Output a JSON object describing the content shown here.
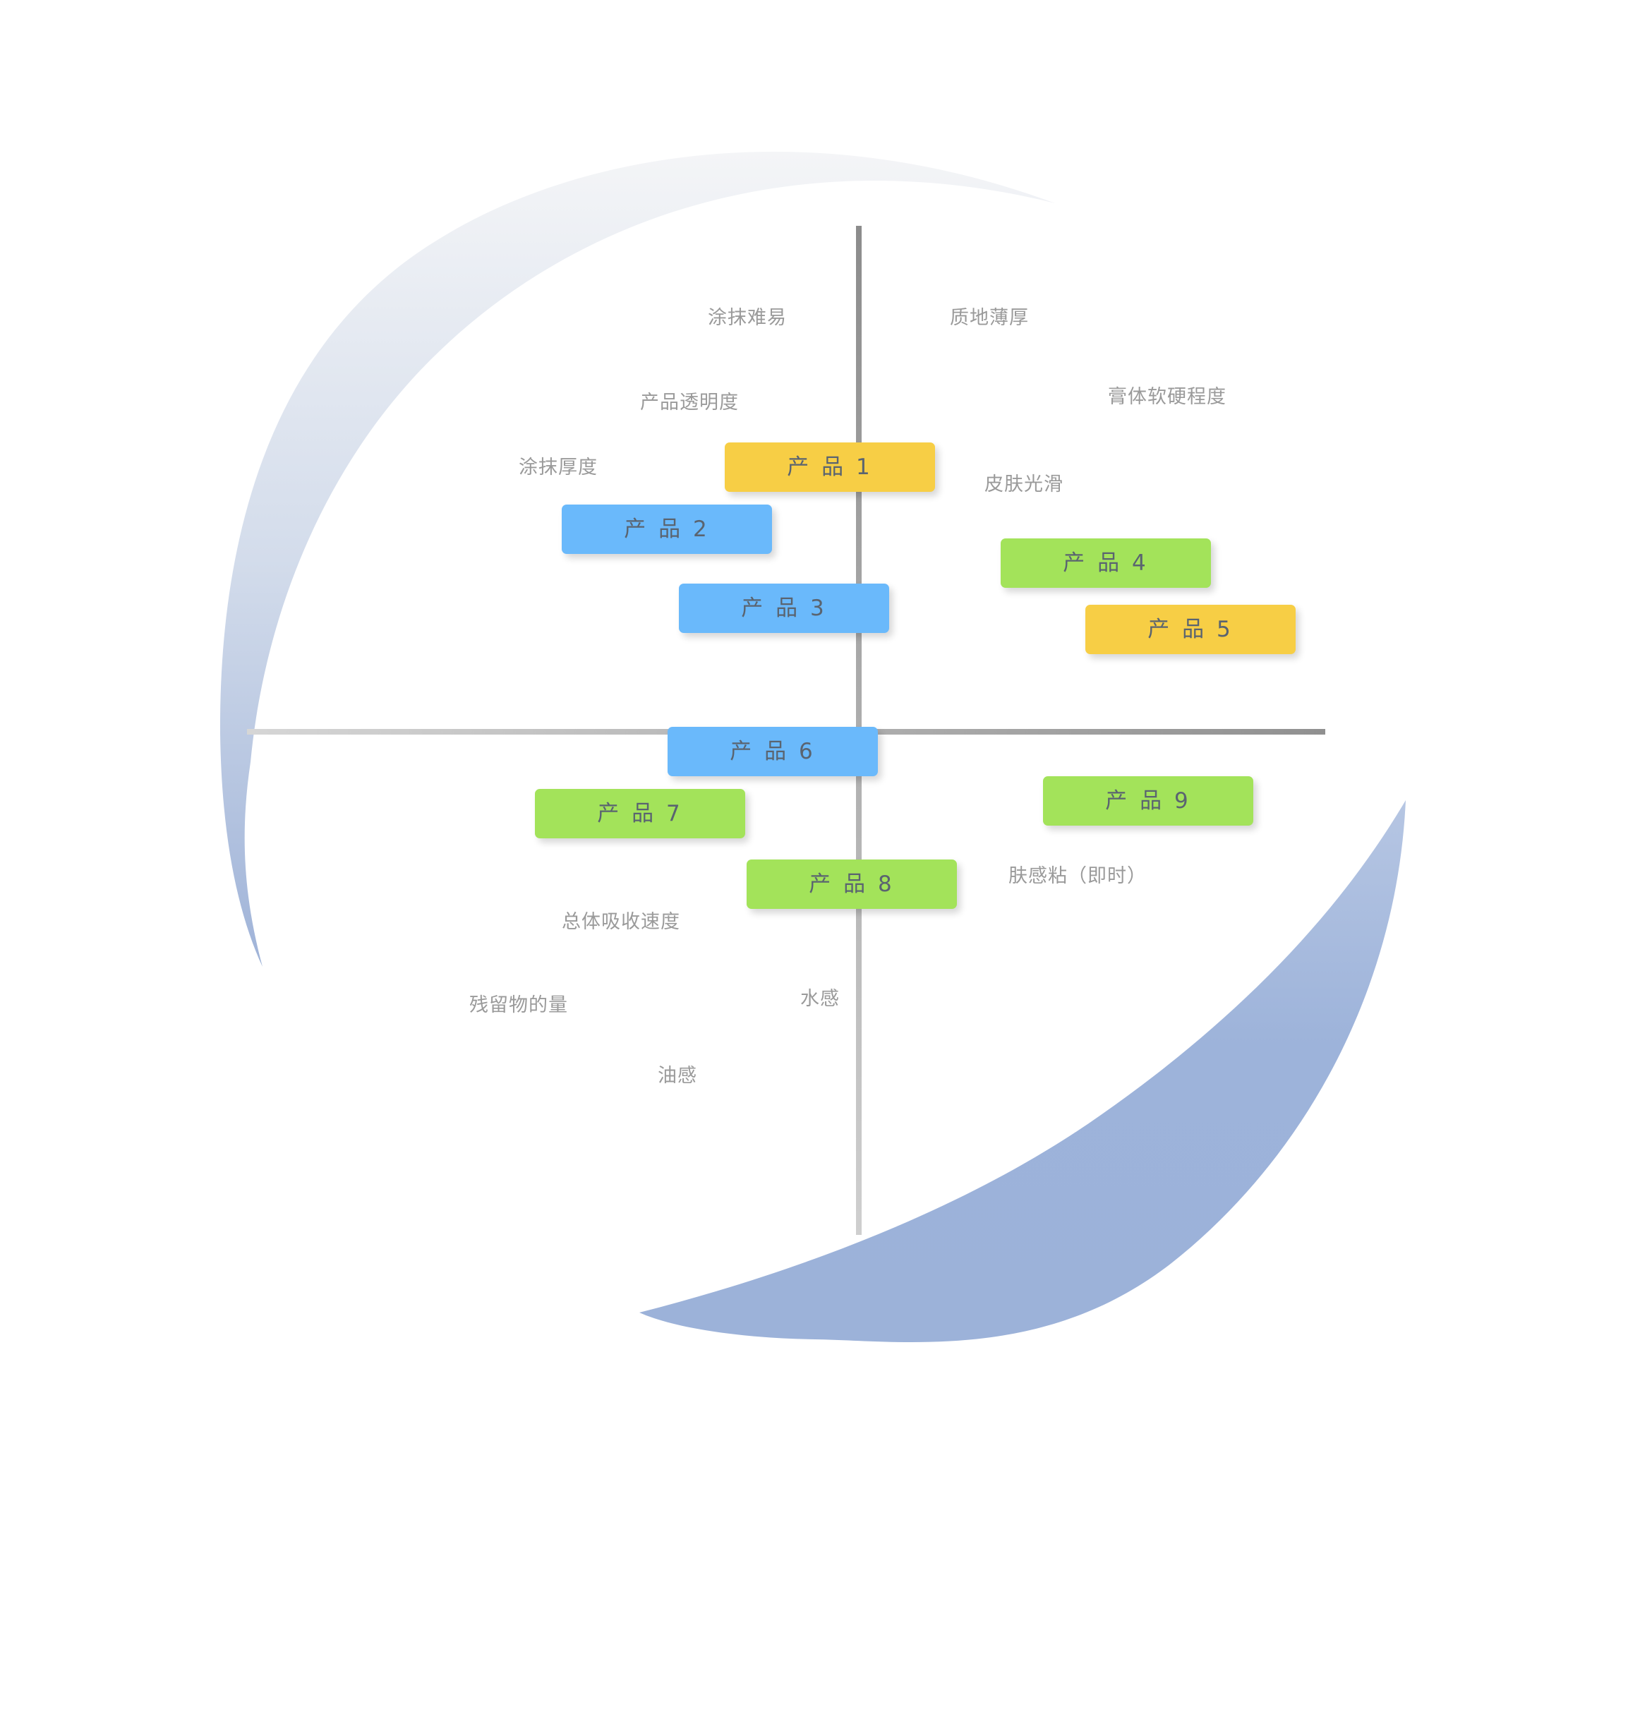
{
  "colors": {
    "yellow": "#f7ce45",
    "blue": "#6ab9fb",
    "green": "#a3e35a",
    "label": "#9a9a9a",
    "axis_dark": "#8a8a8a",
    "axis_light": "#c9c9c9",
    "arc_light": "#eef1f5",
    "arc_dark": "#9db3da"
  },
  "attributes": [
    {
      "id": "tuomo-nanyi",
      "text": "涂抹难易"
    },
    {
      "id": "zhidi-baohou",
      "text": "质地薄厚"
    },
    {
      "id": "chanpin-toumingdu",
      "text": "产品透明度"
    },
    {
      "id": "gaoti-ruanying",
      "text": "膏体软硬程度"
    },
    {
      "id": "tuomo-houdu",
      "text": "涂抹厚度"
    },
    {
      "id": "pifu-guanghua",
      "text": "皮肤光滑"
    },
    {
      "id": "fugan-nian",
      "text": "肤感粘（即时）"
    },
    {
      "id": "zongti-xishou",
      "text": "总体吸收速度"
    },
    {
      "id": "canliu-liang",
      "text": "残留物的量"
    },
    {
      "id": "shuigan",
      "text": "水感"
    },
    {
      "id": "yougan",
      "text": "油感"
    }
  ],
  "products": [
    {
      "id": "1",
      "text": "产 品 1",
      "color": "yellow"
    },
    {
      "id": "2",
      "text": "产 品 2",
      "color": "blue"
    },
    {
      "id": "3",
      "text": "产 品 3",
      "color": "blue"
    },
    {
      "id": "4",
      "text": "产 品 4",
      "color": "green"
    },
    {
      "id": "5",
      "text": "产 品 5",
      "color": "yellow"
    },
    {
      "id": "6",
      "text": "产 品 6",
      "color": "blue"
    },
    {
      "id": "7",
      "text": "产 品 7",
      "color": "green"
    },
    {
      "id": "8",
      "text": "产 品 8",
      "color": "green"
    },
    {
      "id": "9",
      "text": "产 品 9",
      "color": "green"
    }
  ]
}
